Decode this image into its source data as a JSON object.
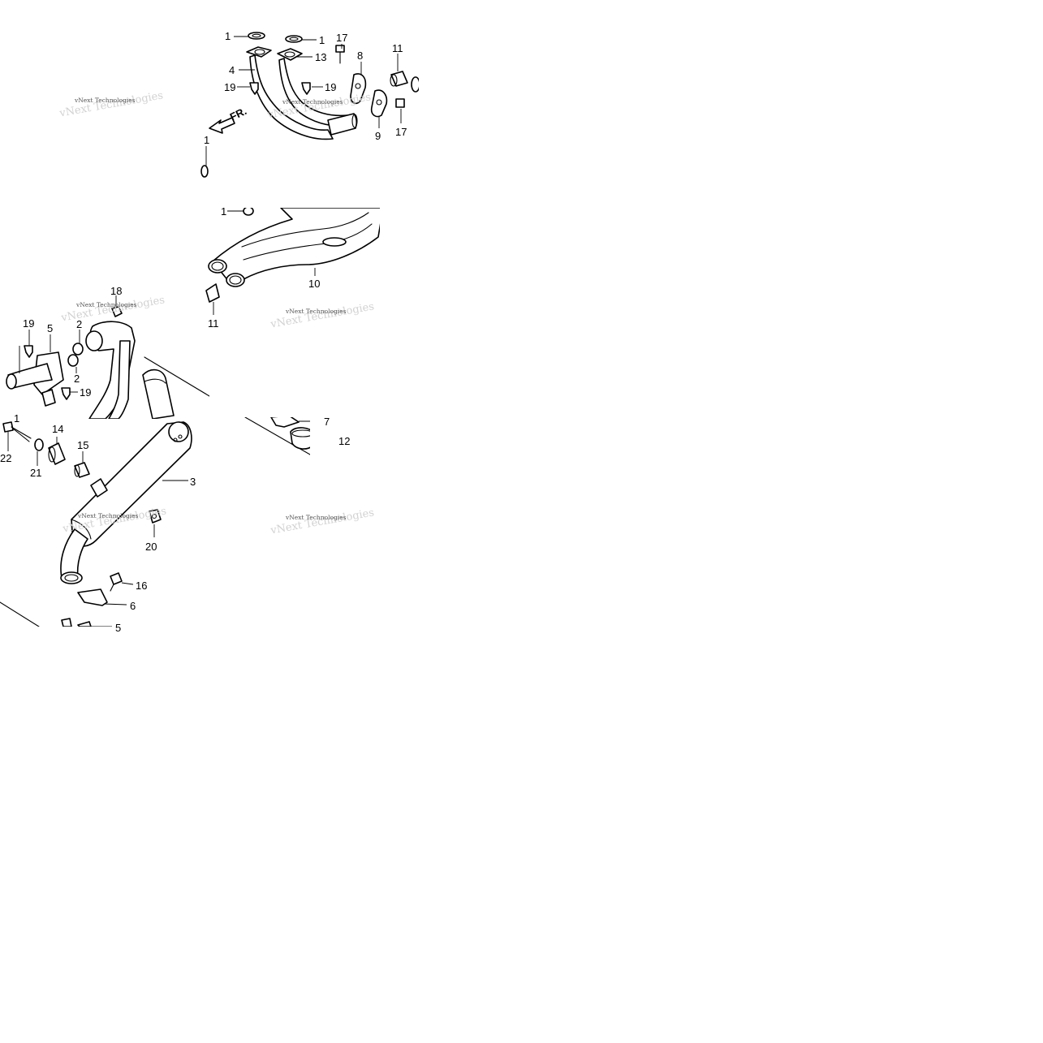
{
  "diagram": {
    "watermark": "vNext Technologies",
    "direction_label": "FR.",
    "colors": {
      "background": "#ffffff",
      "line": "#000000",
      "watermark": "#d2d2d2"
    },
    "tile_top": {
      "callouts": [
        "1",
        "1",
        "4",
        "13",
        "17",
        "8",
        "11",
        "19",
        "19",
        "9",
        "17",
        "1"
      ]
    },
    "tile_middle": {
      "callouts": [
        "1",
        "10",
        "11"
      ]
    },
    "tile_left": {
      "callouts": [
        "18",
        "19",
        "5",
        "2",
        "2",
        "19",
        "1"
      ]
    },
    "tile_bottom": {
      "callouts": [
        "14",
        "15",
        "22",
        "21",
        "3",
        "20",
        "16",
        "6",
        "7",
        "12",
        "5"
      ]
    }
  }
}
